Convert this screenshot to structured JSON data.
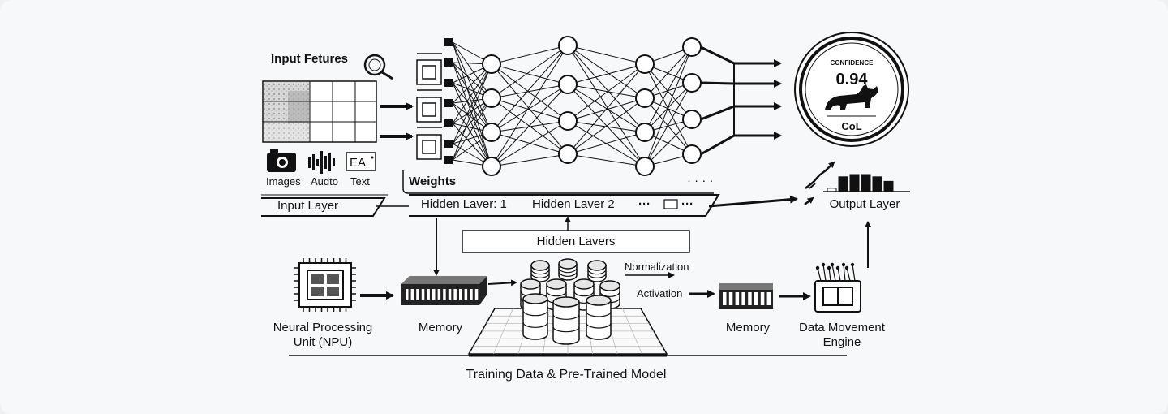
{
  "input": {
    "title": "Input Fetures",
    "modalities": [
      "Images",
      "Audto",
      "Text"
    ],
    "text_icon_glyph": "EA",
    "layer_label": "Input Layer"
  },
  "weights_label": "Weights",
  "hidden": {
    "layer1": "Hidden Laver: 1",
    "layer2": "Hidden Laver 2",
    "ellipsis": "···",
    "ellipsis2": "···",
    "group_label": "Hidden Lavers",
    "more_nodes": "· · · ·"
  },
  "output": {
    "confidence_label": "CONFIDENCE",
    "confidence_value": "0.94",
    "class_label": "CoL",
    "layer_label": "Output Layer",
    "bars": [
      0.15,
      0.65,
      0.75,
      0.75,
      0.65,
      0.45
    ]
  },
  "hardware": {
    "npu_label_line1": "Neural Processing",
    "npu_label_line2": "Unit (NPU)",
    "memory1_label": "Memory",
    "normalization_label": "Normalization",
    "activation_label": "Activation",
    "memory2_label": "Memory",
    "dme_label_line1": "Data Movement",
    "dme_label_line2": "Engine"
  },
  "footer": {
    "caption": "Training Data & Pre-Trained Model"
  },
  "icons": {
    "magnifier": "magnifier-icon",
    "camera": "camera-icon",
    "audio": "audio-waveform-icon",
    "text": "text-icon",
    "cat": "cat-silhouette-icon",
    "chip": "chip-icon",
    "memory": "memory-module-icon",
    "database": "database-cylinders-icon"
  }
}
